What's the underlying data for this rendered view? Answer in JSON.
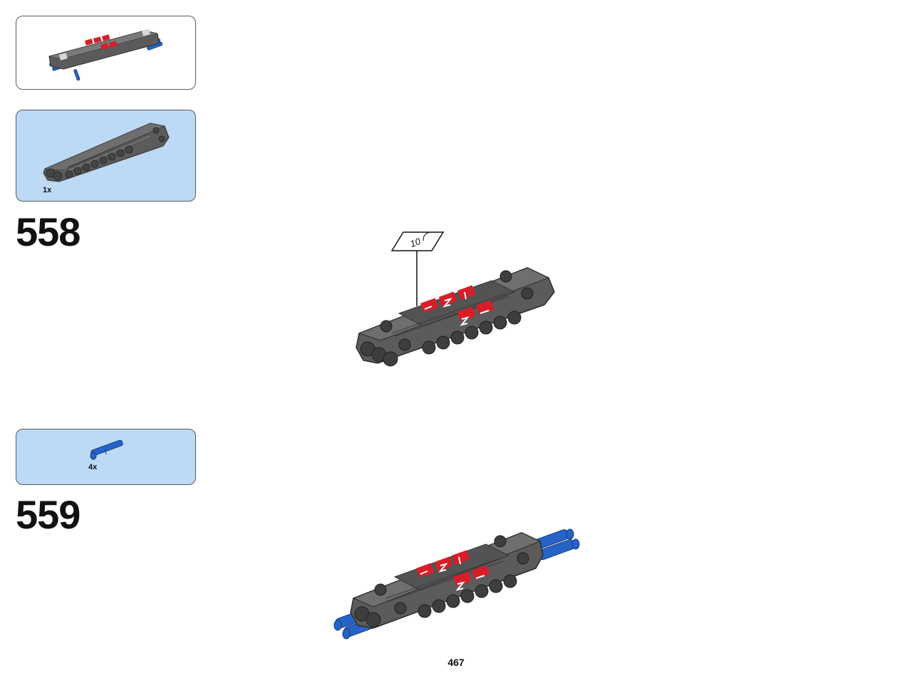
{
  "submodel_preview": {
    "icon": "submodel-preview-icon"
  },
  "steps": [
    {
      "number": "558",
      "parts": [
        {
          "part": "gray-beam-panel",
          "quantity": "1x"
        }
      ]
    },
    {
      "number": "559",
      "parts": [
        {
          "part": "blue-axle-pin",
          "quantity": "4x"
        }
      ]
    }
  ],
  "callout_label": "10",
  "page_number": "467",
  "colors": {
    "part_panel_bg": "#bcd9f5",
    "dark_gray": "#5b5b5b",
    "red": "#d71e28",
    "blue": "#2663c9"
  }
}
